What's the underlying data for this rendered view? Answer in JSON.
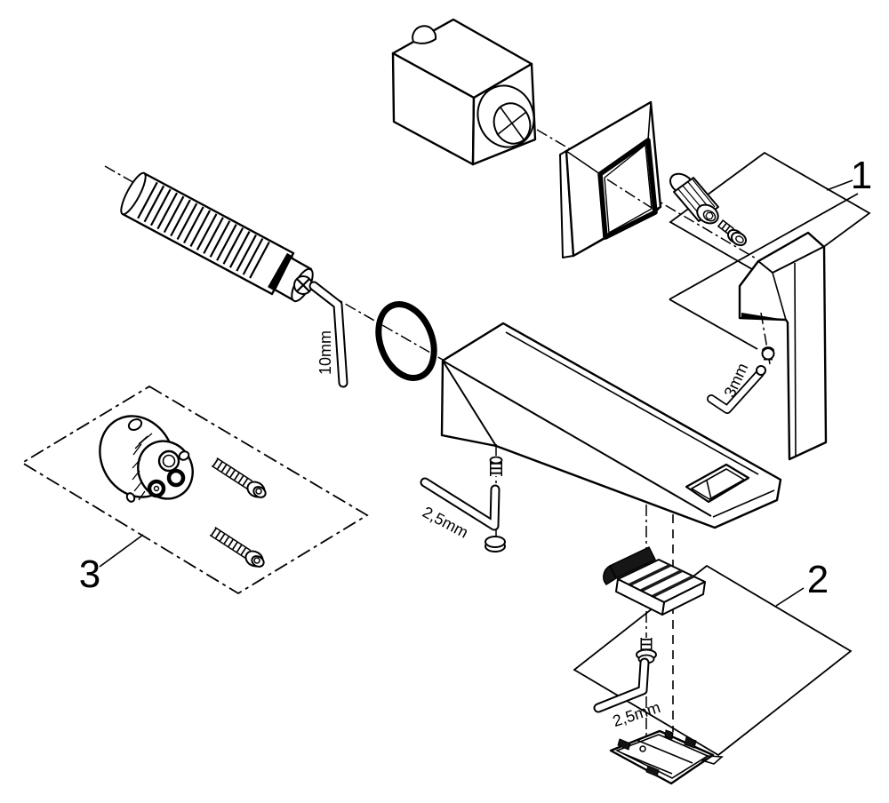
{
  "diagram": {
    "background_color": "#ffffff",
    "line_color": "#000000",
    "callouts": [
      {
        "label": "1"
      },
      {
        "label": "2"
      },
      {
        "label": "3"
      }
    ],
    "tool_size_labels": [
      {
        "text": "10mm"
      },
      {
        "text": "3mm"
      },
      {
        "text": "2,5mm_left"
      },
      {
        "text": "2,5mm_bottom"
      }
    ],
    "tool_size_values": {
      "hex_key_large": "10mm",
      "hex_key_handle": "3mm",
      "hex_key_spout": "2,5mm",
      "hex_key_bottom": "2,5mm"
    }
  }
}
